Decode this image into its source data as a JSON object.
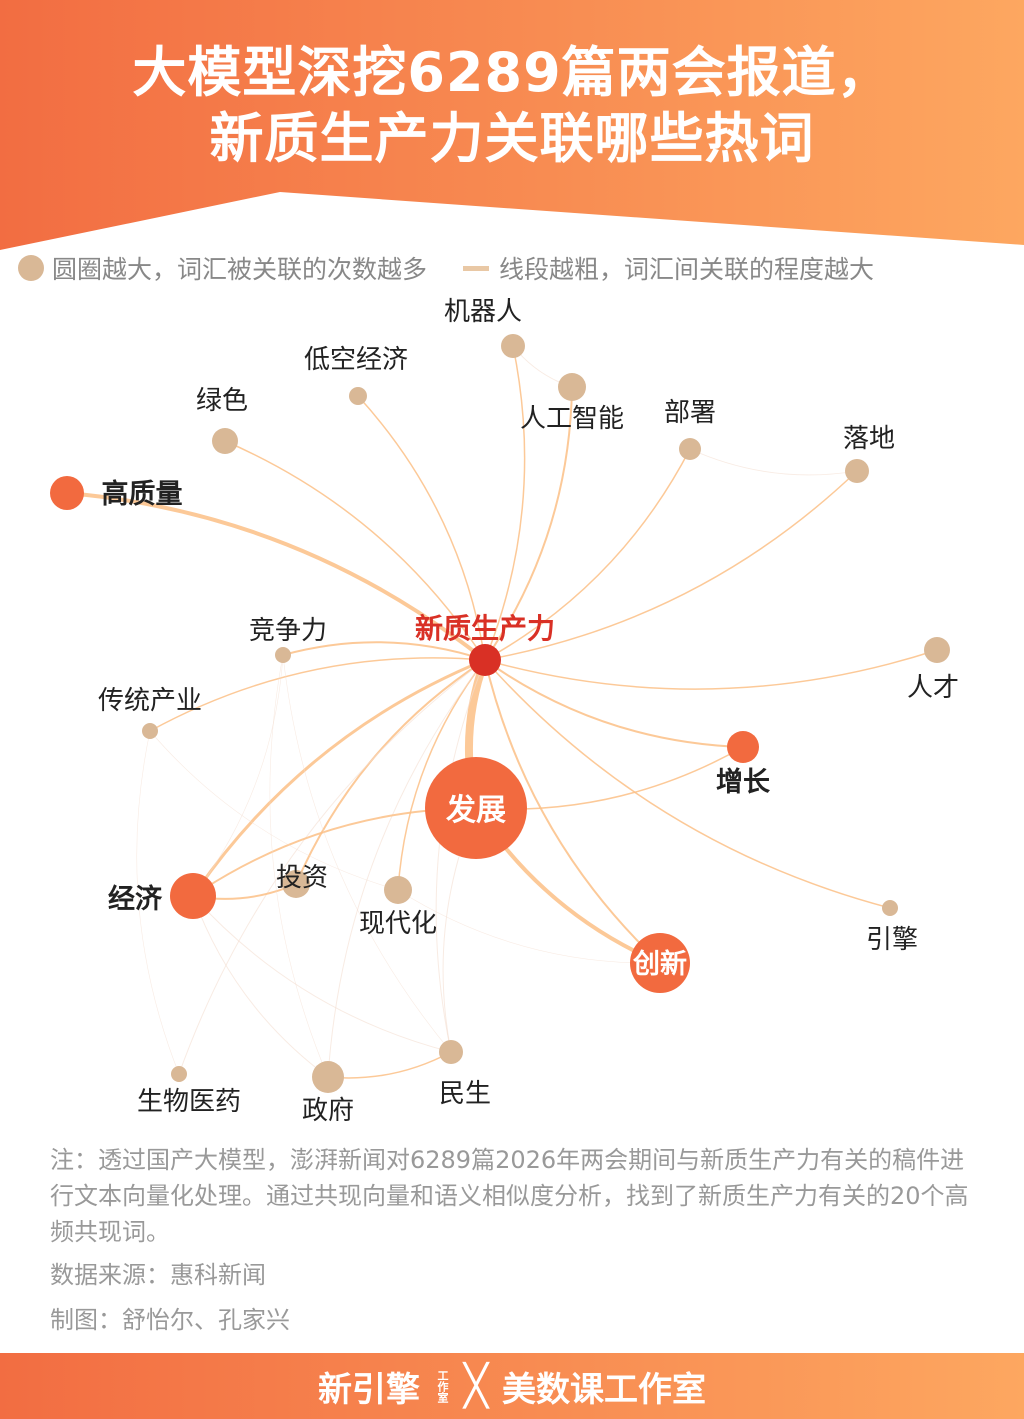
{
  "title": {
    "line1": "大模型深挖6289篇两会报道，",
    "line2": "新质生产力关联哪些热词"
  },
  "legend": {
    "circle": "圆圈越大，词汇被关联的次数越多",
    "line": "线段越粗，词汇间关联的程度越大"
  },
  "colors": {
    "center": "#d93025",
    "hot": "#f26a3f",
    "normal": "#d9b896",
    "edge": "#fbbf86"
  },
  "nodes": [
    {
      "id": "新质生产力",
      "weight": 16,
      "type": "center"
    },
    {
      "id": "发展",
      "weight": 51,
      "type": "hot"
    },
    {
      "id": "高质量",
      "weight": 17,
      "type": "hot"
    },
    {
      "id": "增长",
      "weight": 16,
      "type": "hot"
    },
    {
      "id": "经济",
      "weight": 23,
      "type": "hot"
    },
    {
      "id": "创新",
      "weight": 30,
      "type": "hot"
    },
    {
      "id": "机器人",
      "weight": 12,
      "type": "normal"
    },
    {
      "id": "人工智能",
      "weight": 14,
      "type": "normal"
    },
    {
      "id": "低空经济",
      "weight": 9,
      "type": "normal"
    },
    {
      "id": "绿色",
      "weight": 13,
      "type": "normal"
    },
    {
      "id": "部署",
      "weight": 11,
      "type": "normal"
    },
    {
      "id": "落地",
      "weight": 12,
      "type": "normal"
    },
    {
      "id": "人才",
      "weight": 13,
      "type": "normal"
    },
    {
      "id": "竞争力",
      "weight": 8,
      "type": "normal"
    },
    {
      "id": "传统产业",
      "weight": 8,
      "type": "normal"
    },
    {
      "id": "投资",
      "weight": 14,
      "type": "normal"
    },
    {
      "id": "现代化",
      "weight": 14,
      "type": "normal"
    },
    {
      "id": "引擎",
      "weight": 8,
      "type": "normal"
    },
    {
      "id": "生物医药",
      "weight": 8,
      "type": "normal"
    },
    {
      "id": "政府",
      "weight": 16,
      "type": "normal"
    },
    {
      "id": "民生",
      "weight": 12,
      "type": "normal"
    }
  ],
  "edges": [
    [
      "新质生产力",
      "发展",
      8
    ],
    [
      "新质生产力",
      "高质量",
      4
    ],
    [
      "发展",
      "创新",
      4
    ],
    [
      "新质生产力",
      "经济",
      3
    ],
    [
      "新质生产力",
      "增长",
      2
    ],
    [
      "新质生产力",
      "机器人",
      1.5
    ],
    [
      "新质生产力",
      "人工智能",
      2
    ],
    [
      "新质生产力",
      "低空经济",
      1.5
    ],
    [
      "新质生产力",
      "绿色",
      1.5
    ],
    [
      "新质生产力",
      "部署",
      1.5
    ],
    [
      "新质生产力",
      "落地",
      1.5
    ],
    [
      "新质生产力",
      "人才",
      1.5
    ],
    [
      "新质生产力",
      "竞争力",
      2
    ],
    [
      "新质生产力",
      "传统产业",
      1.5
    ],
    [
      "新质生产力",
      "投资",
      2
    ],
    [
      "新质生产力",
      "现代化",
      1.5
    ],
    [
      "新质生产力",
      "引擎",
      1.5
    ],
    [
      "新质生产力",
      "生物医药",
      1
    ],
    [
      "新质生产力",
      "政府",
      1
    ],
    [
      "新质生产力",
      "民生",
      1
    ],
    [
      "新质生产力",
      "创新",
      2
    ],
    [
      "机器人",
      "人工智能",
      1
    ],
    [
      "部署",
      "落地",
      0.8
    ],
    [
      "发展",
      "经济",
      2
    ],
    [
      "发展",
      "增长",
      1.5
    ],
    [
      "发展",
      "民生",
      1
    ],
    [
      "经济",
      "政府",
      1
    ],
    [
      "经济",
      "民生",
      1
    ],
    [
      "经济",
      "投资",
      2
    ],
    [
      "竞争力",
      "政府",
      0.6
    ],
    [
      "传统产业",
      "现代化",
      0.6
    ],
    [
      "竞争力",
      "民生",
      0.6
    ],
    [
      "传统产业",
      "生物医药",
      0.6
    ],
    [
      "政府",
      "民生",
      1.5
    ],
    [
      "现代化",
      "创新",
      0.6
    ],
    [
      "经济",
      "竞争力",
      0.6
    ]
  ],
  "notes": {
    "note": "注：透过国产大模型，澎湃新闻对6289篇2026年两会期间与新质生产力有关的稿件进行文本向量化处理。通过共现向量和语义相似度分析，找到了新质生产力有关的20个高频共现词。",
    "source": "数据来源：惠科新闻",
    "author": "制图：舒怡尔、孔家兴"
  },
  "footer": {
    "brand1": "新引擎",
    "brand1_sub": "工作室",
    "x": "╳",
    "brand2": "美数课工作室"
  }
}
